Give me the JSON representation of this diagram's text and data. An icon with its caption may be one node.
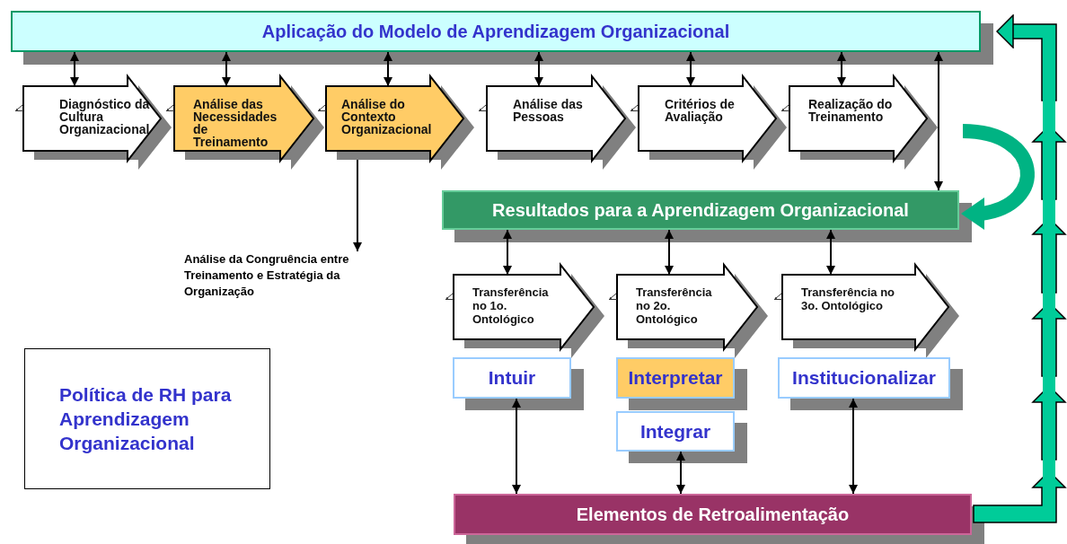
{
  "diagram": {
    "nodes": [
      {
        "text": [
          "Aplicação do Modelo de Aprendizagem Organizacional"
        ]
      },
      {
        "text": [
          "Diagnóstico da Cultura Organizacional"
        ]
      },
      {
        "text": [
          "Análise das Necessidades de Treinamento"
        ]
      },
      {
        "text": [
          "Análise do Contexto Organizacional"
        ]
      },
      {
        "text": [
          "Análise das Pessoas"
        ]
      },
      {
        "text": [
          "Critérios de Avaliação"
        ]
      },
      {
        "text": [
          "Realização do Treinamento"
        ]
      },
      {
        "text": [
          "Análise da Congruência entre Treinamento e Estratégia da Organização"
        ]
      },
      {
        "text": [
          "Resultados para a Aprendizagem Organizacional"
        ]
      },
      {
        "text": [
          "Transferência no 1o. Ontológico"
        ]
      },
      {
        "text": [
          "Transferência no 2o. Ontológico"
        ]
      },
      {
        "text": [
          "Transferência no 3o. Ontológico"
        ]
      },
      {
        "text": [
          "Intuir"
        ]
      },
      {
        "text": [
          "Interpretar"
        ]
      },
      {
        "text": [
          "Integrar"
        ]
      },
      {
        "text": [
          "Institucionalizar"
        ]
      },
      {
        "text": [
          "Elementos de Retroalimentação"
        ]
      },
      {
        "text": [
          "Política de RH para Aprendizagem Organizacional"
        ]
      }
    ],
    "edges": [
      {
        "from": 0,
        "to": 1,
        "arrow": "both"
      },
      {
        "from": 0,
        "to": 2,
        "arrow": "both"
      },
      {
        "from": 0,
        "to": 3,
        "arrow": "both"
      },
      {
        "from": 0,
        "to": 4,
        "arrow": "both"
      },
      {
        "from": 0,
        "to": 5,
        "arrow": "both"
      },
      {
        "from": 0,
        "to": 6,
        "arrow": "both"
      },
      {
        "from": 3,
        "to": 7,
        "arrow": "to"
      },
      {
        "from": 0,
        "to": 8,
        "arrow": "both"
      },
      {
        "from": 8,
        "to": 9,
        "arrow": "both"
      },
      {
        "from": 8,
        "to": 10,
        "arrow": "both"
      },
      {
        "from": 8,
        "to": 11,
        "arrow": "both"
      },
      {
        "from": 12,
        "to": 16,
        "arrow": "both"
      },
      {
        "from": 14,
        "to": 16,
        "arrow": "both"
      },
      {
        "from": 15,
        "to": 16,
        "arrow": "both"
      },
      {
        "from": 16,
        "to": 0,
        "arrow": "to",
        "style": "thick",
        "color": "#00cc99"
      },
      {
        "from": null,
        "to": 8,
        "arrow": "to",
        "style": "thick",
        "color": "#00b383"
      }
    ]
  }
}
